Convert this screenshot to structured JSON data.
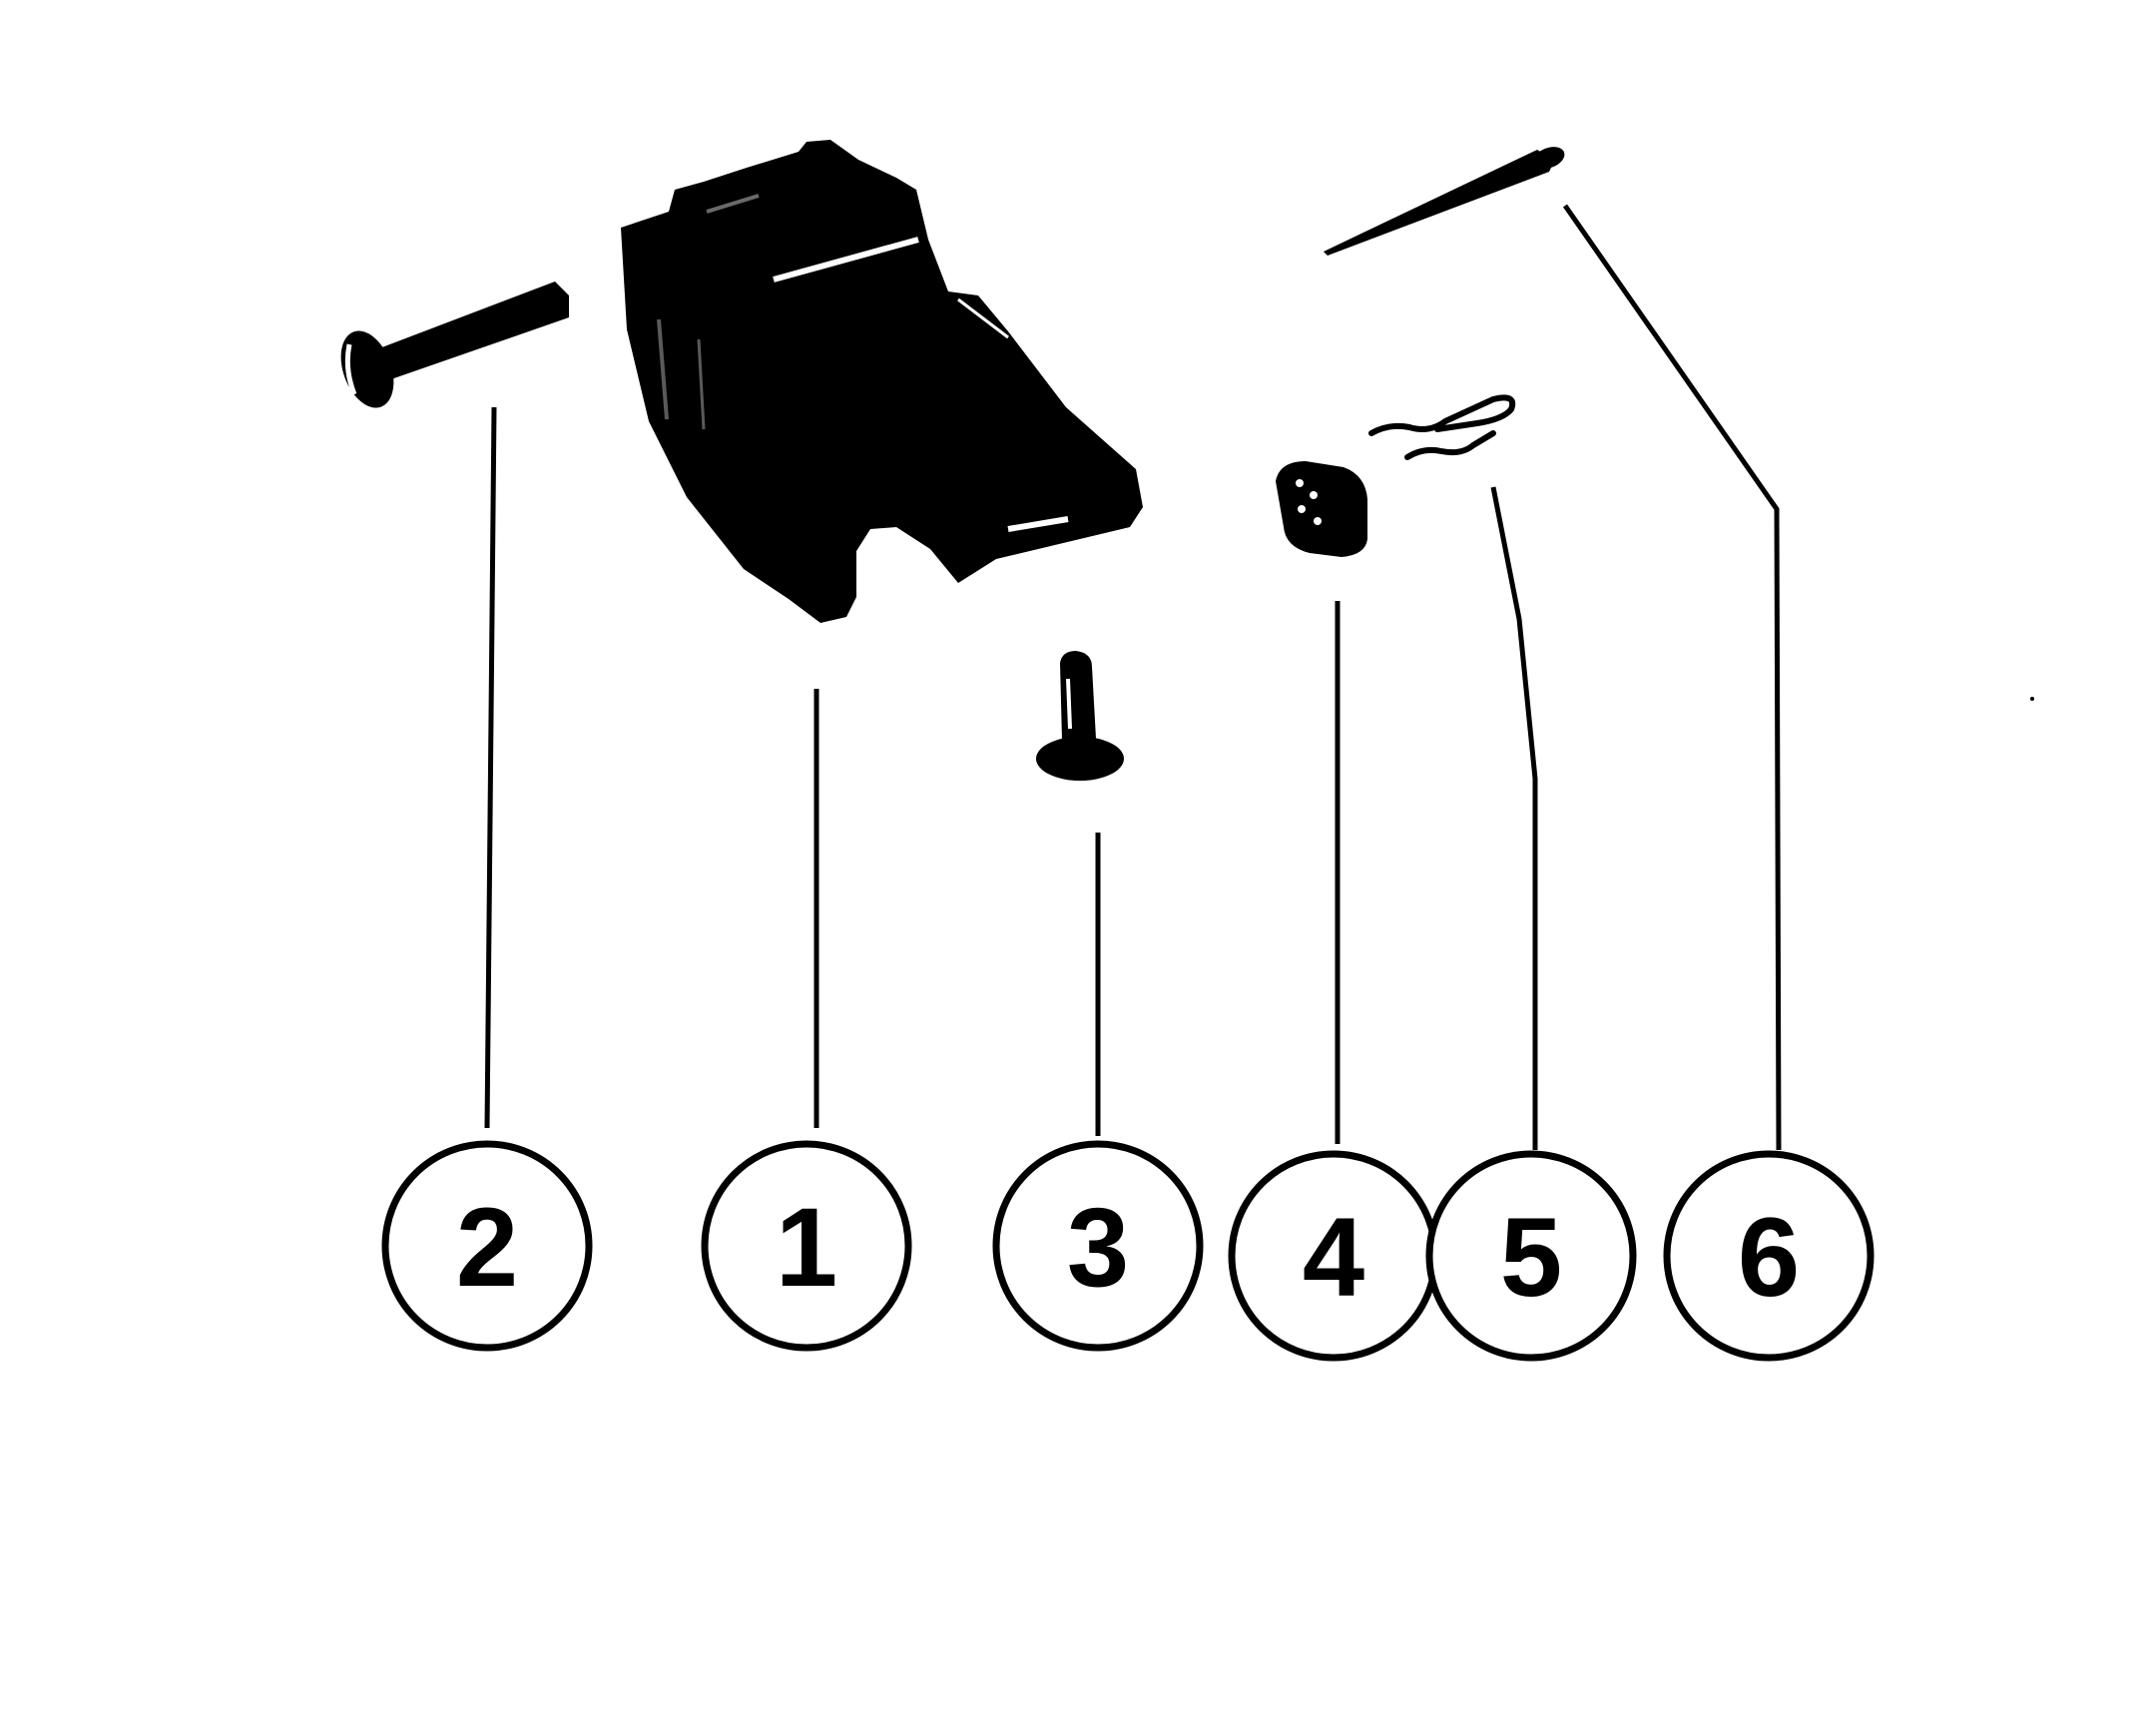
{
  "diagram": {
    "kind": "exploded-parts-view",
    "ink_color": "#000000",
    "background_color": "#ffffff",
    "parts": [
      {
        "id": "1",
        "label": "1",
        "shape": "bracket-block"
      },
      {
        "id": "2",
        "label": "2",
        "shape": "long-screw"
      },
      {
        "id": "3",
        "label": "3",
        "shape": "short-screw"
      },
      {
        "id": "4",
        "label": "4",
        "shape": "knurled-nut"
      },
      {
        "id": "5",
        "label": "5",
        "shape": "wire-clip"
      },
      {
        "id": "6",
        "label": "6",
        "shape": "cotter-pin"
      }
    ]
  }
}
